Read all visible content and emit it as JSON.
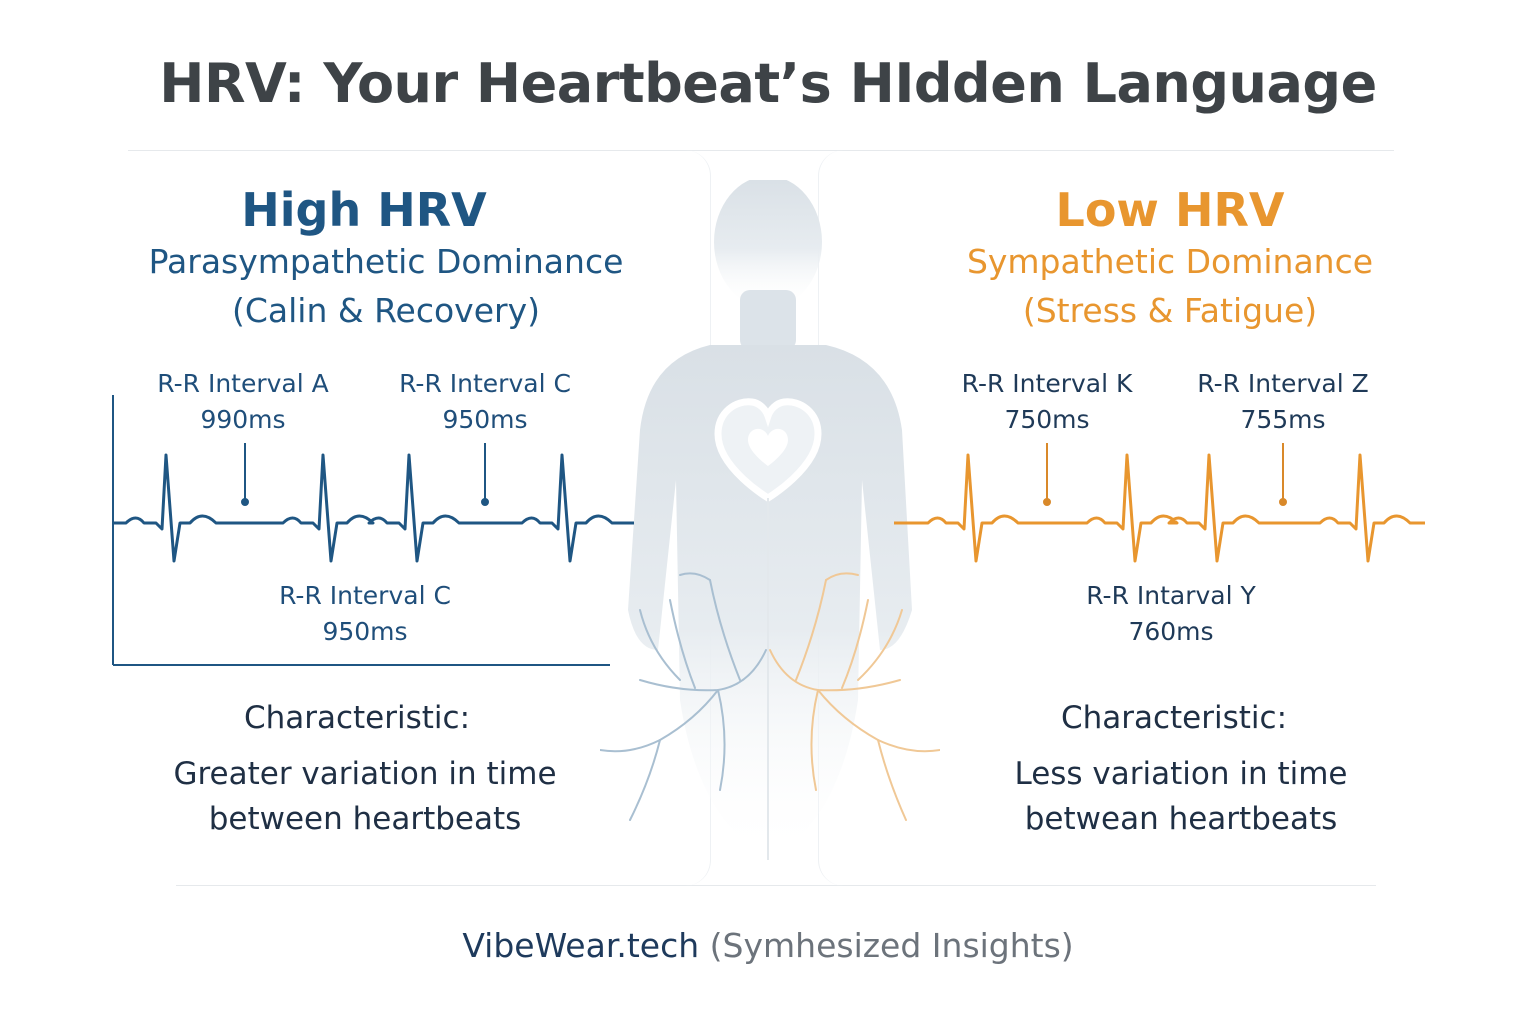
{
  "title": "HRV: Your Heartbeat’s HIdden Language",
  "colors": {
    "high": "#1f5683",
    "high_dark": "#1f4e7a",
    "low": "#e8962f",
    "low_dark": "#d9892a",
    "text_dark": "#1f2f44",
    "silhouette": "#dfe5ea"
  },
  "left": {
    "title": "High HRV",
    "subtitle": "Parasympathetic Dominance",
    "paren": "(Calin & Recovery)",
    "interval_labels": [
      {
        "name": "R-R Interval A",
        "value": "990ms"
      },
      {
        "name": "R-R Interval C",
        "value": "950ms"
      },
      {
        "name": "R-R Interval C",
        "value": "950ms"
      }
    ],
    "characteristic_title": "Characteristic:",
    "characteristic_text": "Greater variation in time between heartbeats"
  },
  "right": {
    "title": "Low HRV",
    "subtitle": "Sympathetic Dominance",
    "paren": "(Stress & Fatigue)",
    "interval_labels": [
      {
        "name": "R-R Interval K",
        "value": "750ms"
      },
      {
        "name": "R-R Interval Z",
        "value": "755ms"
      },
      {
        "name": "R-R Intarval Y",
        "value": "760ms"
      }
    ],
    "characteristic_title": "Characteristic:",
    "characteristic_text": "Less variation in time betwean heartbeats"
  },
  "icons": {
    "center": "heart-icon",
    "figure": "human-silhouette-icon",
    "branches": "nerve-branches-icon"
  },
  "footer": {
    "brand": "VibeWear.tech",
    "note": "(Symhesized Insights)"
  }
}
